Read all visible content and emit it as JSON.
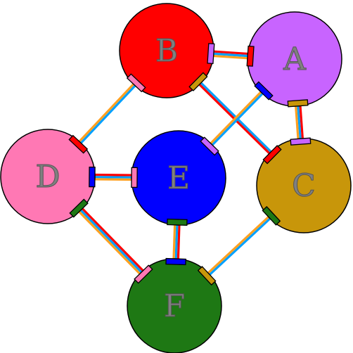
{
  "nodes": [
    {
      "id": "B",
      "label": "B",
      "color": "#ff0000"
    },
    {
      "id": "A",
      "label": "A",
      "color": "#c864ff"
    },
    {
      "id": "D",
      "label": "D",
      "color": "#ff78b4"
    },
    {
      "id": "E",
      "label": "E",
      "color": "#0000ff"
    },
    {
      "id": "C",
      "label": "C",
      "color": "#c8960a"
    },
    {
      "id": "F",
      "label": "F",
      "color": "#1e7814"
    }
  ],
  "edges": [
    {
      "from": "B",
      "to": "A",
      "colors": [
        "#ff0000",
        "#00a0ff",
        "#ffa020"
      ]
    },
    {
      "from": "A",
      "to": "C",
      "colors": [
        "#ff0000",
        "#00a0ff",
        "#ffa020"
      ]
    },
    {
      "from": "B",
      "to": "C",
      "colors": [
        "#00a0ff",
        "#ff0000"
      ]
    },
    {
      "from": "B",
      "to": "D",
      "colors": [
        "#00a0ff",
        "#ffa020"
      ]
    },
    {
      "from": "A",
      "to": "E",
      "colors": [
        "#00a0ff",
        "#ffa020"
      ]
    },
    {
      "from": "D",
      "to": "E",
      "colors": [
        "#ff0000",
        "#00a0ff",
        "#ffa020"
      ]
    },
    {
      "from": "E",
      "to": "F",
      "colors": [
        "#ff0000",
        "#00a0ff",
        "#ffa020"
      ]
    },
    {
      "from": "D",
      "to": "F",
      "colors": [
        "#ff0000",
        "#00a0ff",
        "#ffa020"
      ]
    },
    {
      "from": "C",
      "to": "F",
      "colors": [
        "#00a0ff",
        "#ffa020"
      ]
    }
  ]
}
